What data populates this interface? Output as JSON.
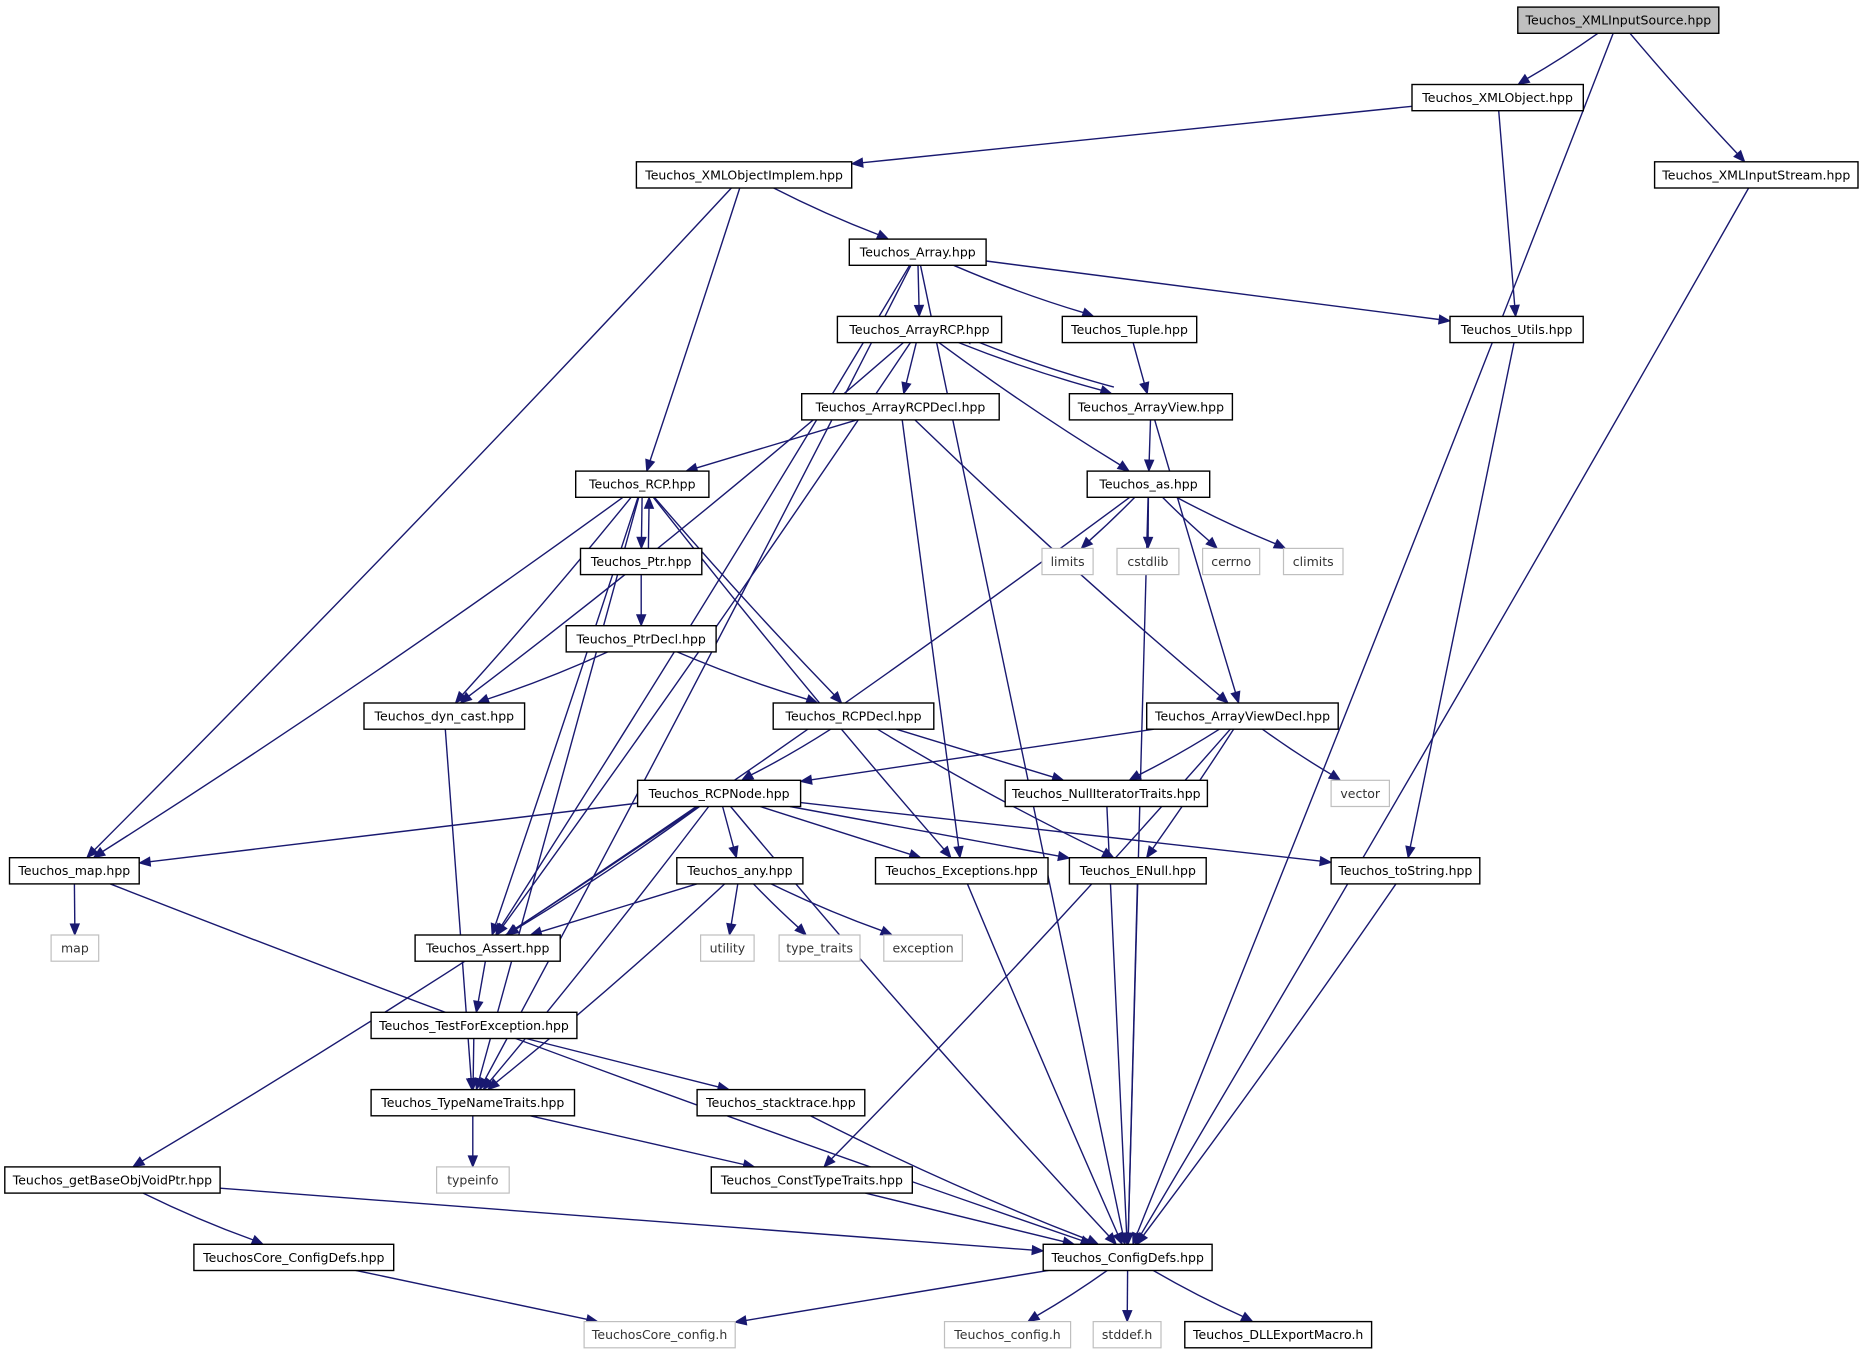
{
  "graph": {
    "root": "Teuchos_XMLInputSource.hpp",
    "colors": {
      "edge": "#191970",
      "node_border": "#000000",
      "external_border": "#bfbfbf",
      "root_fill": "#bfbfbf",
      "node_fill": "#ffffff"
    },
    "nodes": [
      {
        "id": "xmlsrc",
        "label": "Teuchos_XMLInputSource.hpp",
        "kind": "root"
      },
      {
        "id": "xmlobj",
        "label": "Teuchos_XMLObject.hpp",
        "kind": "file"
      },
      {
        "id": "xmlobjimpl",
        "label": "Teuchos_XMLObjectImplem.hpp",
        "kind": "file"
      },
      {
        "id": "xmlstream",
        "label": "Teuchos_XMLInputStream.hpp",
        "kind": "file"
      },
      {
        "id": "array",
        "label": "Teuchos_Array.hpp",
        "kind": "file"
      },
      {
        "id": "arrayrcp",
        "label": "Teuchos_ArrayRCP.hpp",
        "kind": "file"
      },
      {
        "id": "tuple",
        "label": "Teuchos_Tuple.hpp",
        "kind": "file"
      },
      {
        "id": "utils",
        "label": "Teuchos_Utils.hpp",
        "kind": "file"
      },
      {
        "id": "arrayrcpdecl",
        "label": "Teuchos_ArrayRCPDecl.hpp",
        "kind": "file"
      },
      {
        "id": "arrayview",
        "label": "Teuchos_ArrayView.hpp",
        "kind": "file"
      },
      {
        "id": "rcp",
        "label": "Teuchos_RCP.hpp",
        "kind": "file"
      },
      {
        "id": "as",
        "label": "Teuchos_as.hpp",
        "kind": "file"
      },
      {
        "id": "ptr",
        "label": "Teuchos_Ptr.hpp",
        "kind": "file"
      },
      {
        "id": "limits",
        "label": "limits",
        "kind": "external"
      },
      {
        "id": "cstdlib",
        "label": "cstdlib",
        "kind": "external"
      },
      {
        "id": "cerrno",
        "label": "cerrno",
        "kind": "external"
      },
      {
        "id": "climits",
        "label": "climits",
        "kind": "external"
      },
      {
        "id": "ptrdecl",
        "label": "Teuchos_PtrDecl.hpp",
        "kind": "file"
      },
      {
        "id": "dyncast",
        "label": "Teuchos_dyn_cast.hpp",
        "kind": "file"
      },
      {
        "id": "rcpdecl",
        "label": "Teuchos_RCPDecl.hpp",
        "kind": "file"
      },
      {
        "id": "arrayviewdecl",
        "label": "Teuchos_ArrayViewDecl.hpp",
        "kind": "file"
      },
      {
        "id": "rcpnode",
        "label": "Teuchos_RCPNode.hpp",
        "kind": "file"
      },
      {
        "id": "nulliter",
        "label": "Teuchos_NullIteratorTraits.hpp",
        "kind": "file"
      },
      {
        "id": "vector",
        "label": "vector",
        "kind": "external"
      },
      {
        "id": "map",
        "label": "Teuchos_map.hpp",
        "kind": "file"
      },
      {
        "id": "any",
        "label": "Teuchos_any.hpp",
        "kind": "file"
      },
      {
        "id": "exceptions",
        "label": "Teuchos_Exceptions.hpp",
        "kind": "file"
      },
      {
        "id": "enull",
        "label": "Teuchos_ENull.hpp",
        "kind": "file"
      },
      {
        "id": "tostring",
        "label": "Teuchos_toString.hpp",
        "kind": "file"
      },
      {
        "id": "stdmap",
        "label": "map",
        "kind": "external"
      },
      {
        "id": "assert",
        "label": "Teuchos_Assert.hpp",
        "kind": "file"
      },
      {
        "id": "utility",
        "label": "utility",
        "kind": "external"
      },
      {
        "id": "typetraits",
        "label": "type_traits",
        "kind": "external"
      },
      {
        "id": "exception",
        "label": "exception",
        "kind": "external"
      },
      {
        "id": "testforexc",
        "label": "Teuchos_TestForException.hpp",
        "kind": "file"
      },
      {
        "id": "typenametraits",
        "label": "Teuchos_TypeNameTraits.hpp",
        "kind": "file"
      },
      {
        "id": "stacktrace",
        "label": "Teuchos_stacktrace.hpp",
        "kind": "file"
      },
      {
        "id": "getbaseobj",
        "label": "Teuchos_getBaseObjVoidPtr.hpp",
        "kind": "file"
      },
      {
        "id": "typeinfo",
        "label": "typeinfo",
        "kind": "external"
      },
      {
        "id": "consttypetraits",
        "label": "Teuchos_ConstTypeTraits.hpp",
        "kind": "file"
      },
      {
        "id": "coreconfigdefs",
        "label": "TeuchosCore_ConfigDefs.hpp",
        "kind": "file"
      },
      {
        "id": "configdefs",
        "label": "Teuchos_ConfigDefs.hpp",
        "kind": "file"
      },
      {
        "id": "coreconfig",
        "label": "TeuchosCore_config.h",
        "kind": "external"
      },
      {
        "id": "config",
        "label": "Teuchos_config.h",
        "kind": "external"
      },
      {
        "id": "stddef",
        "label": "stddef.h",
        "kind": "external"
      },
      {
        "id": "dllexport",
        "label": "Teuchos_DLLExportMacro.h",
        "kind": "file"
      }
    ],
    "edges": [
      [
        "xmlsrc",
        "xmlobj"
      ],
      [
        "xmlsrc",
        "xmlstream"
      ],
      [
        "xmlsrc",
        "configdefs"
      ],
      [
        "xmlobj",
        "xmlobjimpl"
      ],
      [
        "xmlobj",
        "utils"
      ],
      [
        "xmlobjimpl",
        "map"
      ],
      [
        "xmlobjimpl",
        "rcp"
      ],
      [
        "xmlobjimpl",
        "array"
      ],
      [
        "xmlstream",
        "configdefs"
      ],
      [
        "array",
        "arrayrcp"
      ],
      [
        "array",
        "tuple"
      ],
      [
        "array",
        "utils"
      ],
      [
        "array",
        "configdefs"
      ],
      [
        "array",
        "typenametraits"
      ],
      [
        "array",
        "assert"
      ],
      [
        "arrayrcp",
        "arrayrcpdecl"
      ],
      [
        "arrayrcp",
        "arrayview"
      ],
      [
        "arrayrcp",
        "as"
      ],
      [
        "arrayrcp",
        "dyncast"
      ],
      [
        "arrayrcp",
        "assert"
      ],
      [
        "tuple",
        "arrayview"
      ],
      [
        "utils",
        "tostring"
      ],
      [
        "arrayview",
        "arrayrcp"
      ],
      [
        "arrayview",
        "as"
      ],
      [
        "arrayview",
        "arrayviewdecl"
      ],
      [
        "arrayrcpdecl",
        "rcp"
      ],
      [
        "arrayrcpdecl",
        "arrayviewdecl"
      ],
      [
        "arrayrcpdecl",
        "exceptions"
      ],
      [
        "rcp",
        "ptr"
      ],
      [
        "rcp",
        "rcpdecl"
      ],
      [
        "rcp",
        "dyncast"
      ],
      [
        "rcp",
        "map"
      ],
      [
        "rcp",
        "typenametraits"
      ],
      [
        "rcp",
        "assert"
      ],
      [
        "rcp",
        "exceptions"
      ],
      [
        "ptr",
        "rcp"
      ],
      [
        "ptr",
        "ptrdecl"
      ],
      [
        "ptrdecl",
        "dyncast"
      ],
      [
        "ptrdecl",
        "rcpdecl"
      ],
      [
        "as",
        "limits"
      ],
      [
        "as",
        "cstdlib"
      ],
      [
        "as",
        "cerrno"
      ],
      [
        "as",
        "climits"
      ],
      [
        "as",
        "assert"
      ],
      [
        "as",
        "configdefs"
      ],
      [
        "dyncast",
        "typenametraits"
      ],
      [
        "rcpdecl",
        "rcpnode"
      ],
      [
        "rcpdecl",
        "nulliter"
      ],
      [
        "rcpdecl",
        "enull"
      ],
      [
        "arrayviewdecl",
        "rcpnode"
      ],
      [
        "arrayviewdecl",
        "nulliter"
      ],
      [
        "arrayviewdecl",
        "vector"
      ],
      [
        "arrayviewdecl",
        "enull"
      ],
      [
        "arrayviewdecl",
        "consttypetraits"
      ],
      [
        "rcpnode",
        "map"
      ],
      [
        "rcpnode",
        "any"
      ],
      [
        "rcpnode",
        "exceptions"
      ],
      [
        "rcpnode",
        "enull"
      ],
      [
        "rcpnode",
        "tostring"
      ],
      [
        "rcpnode",
        "assert"
      ],
      [
        "rcpnode",
        "typenametraits"
      ],
      [
        "rcpnode",
        "getbaseobj"
      ],
      [
        "rcpnode",
        "configdefs"
      ],
      [
        "nulliter",
        "configdefs"
      ],
      [
        "map",
        "stdmap"
      ],
      [
        "map",
        "configdefs"
      ],
      [
        "any",
        "utility"
      ],
      [
        "any",
        "typetraits"
      ],
      [
        "any",
        "exception"
      ],
      [
        "any",
        "assert"
      ],
      [
        "any",
        "typenametraits"
      ],
      [
        "exceptions",
        "configdefs"
      ],
      [
        "enull",
        "configdefs"
      ],
      [
        "tostring",
        "configdefs"
      ],
      [
        "assert",
        "testforexc"
      ],
      [
        "testforexc",
        "typenametraits"
      ],
      [
        "testforexc",
        "stacktrace"
      ],
      [
        "typenametraits",
        "typeinfo"
      ],
      [
        "typenametraits",
        "consttypetraits"
      ],
      [
        "stacktrace",
        "configdefs"
      ],
      [
        "consttypetraits",
        "configdefs"
      ],
      [
        "getbaseobj",
        "coreconfigdefs"
      ],
      [
        "getbaseobj",
        "configdefs"
      ],
      [
        "coreconfigdefs",
        "coreconfig"
      ],
      [
        "configdefs",
        "coreconfig"
      ],
      [
        "configdefs",
        "config"
      ],
      [
        "configdefs",
        "stddef"
      ],
      [
        "configdefs",
        "dllexport"
      ]
    ]
  }
}
